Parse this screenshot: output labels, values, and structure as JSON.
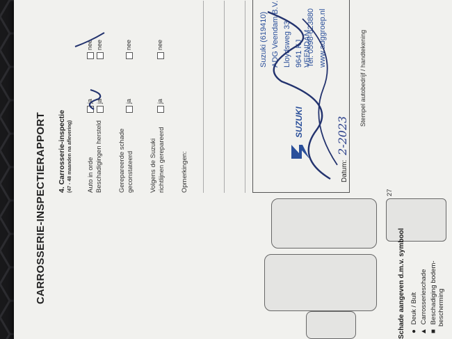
{
  "title": "CARROSSERIE-INSPECTIERAPPORT",
  "section": {
    "title": "4. Carrosserie-inspectie",
    "subtitle": "(47 - 48 maanden na aflevering)"
  },
  "questions": [
    {
      "label_1": "Auto in orde",
      "label_2": "Beschadigingen hersteld",
      "yes": "ja",
      "no": "nee"
    },
    {
      "label_1": "Gerepareerde schade",
      "label_2": "geconstateerd",
      "yes": "ja",
      "no": "nee"
    },
    {
      "label_1": "Volgens de Suzuki",
      "label_2": "richtlijnen gerepareerd",
      "yes": "ja",
      "no": "nee"
    }
  ],
  "remarks_label": "Opmerkingen:",
  "stamp": {
    "line1": "Suzuki (619410)",
    "line2": "ADG Veendam B.V.",
    "line3": "Lloydsweg 33",
    "line4": "9641 KJ VEENDAM",
    "line5": "Tel: 0598-623880",
    "line6": "www.adggroep.nl",
    "brand": "SUZUKI"
  },
  "date_label": "Datum:",
  "date_value": "2-2023",
  "stamp_label": "Stempel autobedrijf / handtekening",
  "page_number": "27",
  "legend": {
    "title": "Schade aangeven d.m.v. symbool",
    "items": [
      {
        "symbol": "●",
        "label_1": "Deuk / Bult",
        "label_2": ""
      },
      {
        "symbol": "▲",
        "label_1": "Carrosserieschade",
        "label_2": ""
      },
      {
        "symbol": "■",
        "label_1": "Beschadiging bodem-",
        "label_2": "bescherming"
      }
    ]
  }
}
